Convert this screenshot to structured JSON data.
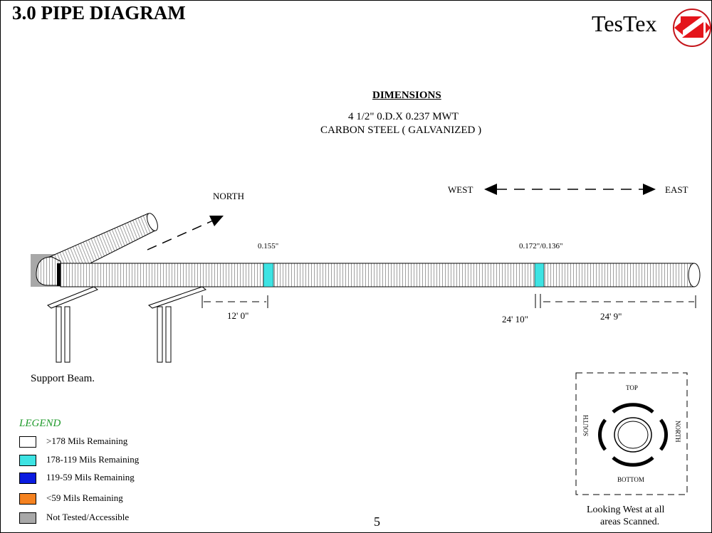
{
  "header": {
    "title": "3.0 PIPE DIAGRAM",
    "brand": "TesTex"
  },
  "dimensions": {
    "heading": "DIMENSIONS",
    "line1": "4 1/2\" 0.D.X 0.237 MWT",
    "line2": "CARBON STEEL ( GALVANIZED )"
  },
  "directions": {
    "north": "NORTH",
    "west": "WEST",
    "east": "EAST"
  },
  "readings": {
    "ring1": "0.155\"",
    "ring2": "0.172\"/0.136\""
  },
  "measurements": {
    "m1": "12' 0\"",
    "m2": "24' 10\"",
    "m3": "24' 9\""
  },
  "support_label": "Support Beam.",
  "legend": {
    "title": "LEGEND",
    "items": [
      {
        "label": ">178 Mils Remaining",
        "color": "#ffffff"
      },
      {
        "label": "178-119 Mils Remaining",
        "color": "#3de3e3"
      },
      {
        "label": "119-59 Mils Remaining",
        "color": "#0a1be0"
      },
      {
        "label": "<59 Mils Remaining",
        "color": "#f58220"
      },
      {
        "label": "Not Tested/Accessible",
        "color": "#a8a8a8"
      }
    ]
  },
  "page_number": "5",
  "cross_section": {
    "top": "TOP",
    "bottom": "BOTTOM",
    "south": "SOUTH",
    "north": "NORTH",
    "caption_line1": "Looking West at all",
    "caption_line2": "areas Scanned."
  },
  "colors": {
    "tested_ok": "#ffffff",
    "ring_highlight": "#3de3e3",
    "not_tested": "#a8a8a8",
    "logo_red": "#e4151b",
    "legend_title": "#1e9a2a"
  }
}
